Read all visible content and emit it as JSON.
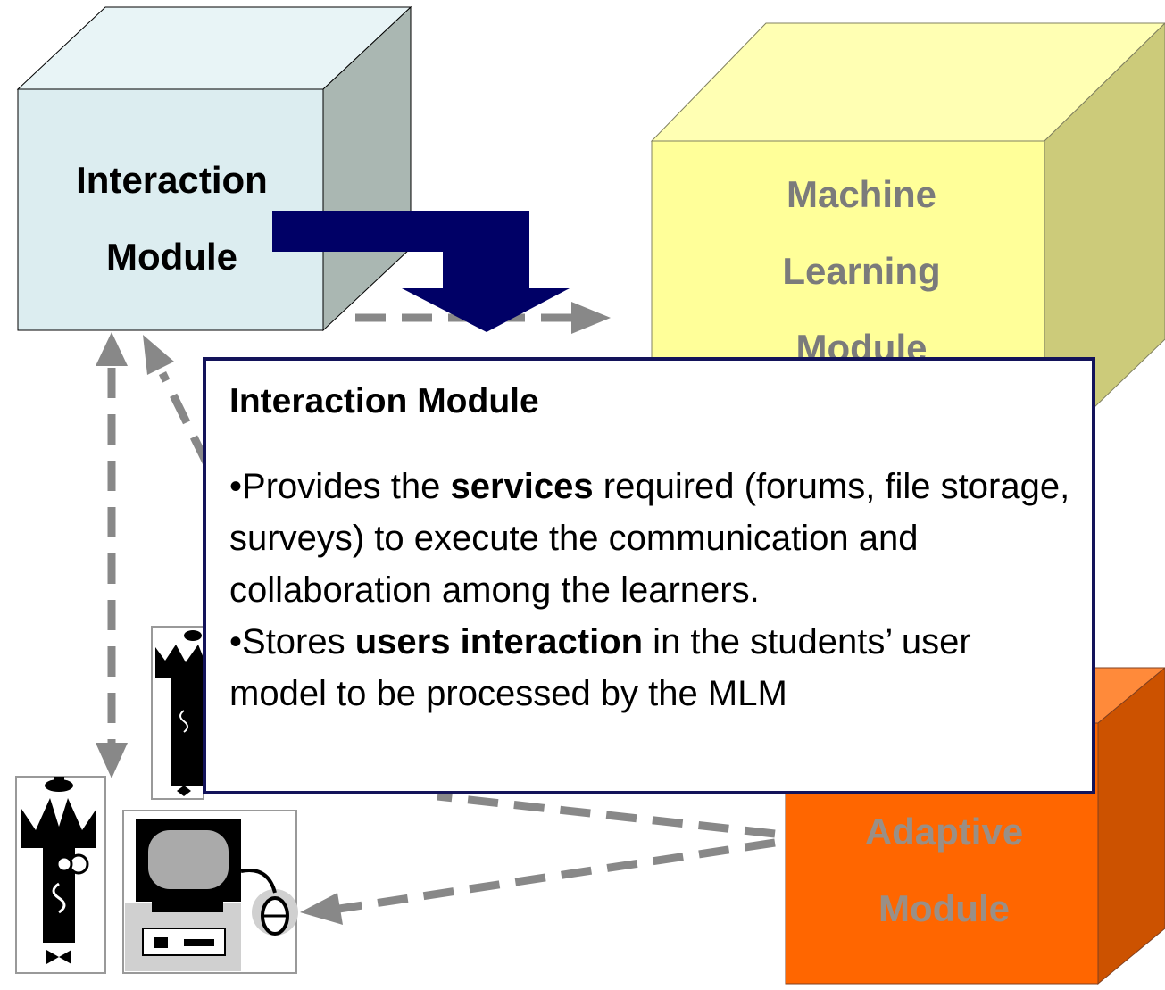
{
  "cubes": {
    "interaction": {
      "line1": "Interaction",
      "line2": "Module",
      "color_front": "#dcedf0",
      "color_top": "#e8f4f6",
      "color_side": "#aab7b2"
    },
    "machine_learning": {
      "line1": "Machine",
      "line2": "Learning",
      "line3": "Module",
      "color_front": "#ffff99",
      "color_top": "#ffffb3",
      "color_side": "#cccb7a"
    },
    "adaptive": {
      "line1": "Adaptive",
      "line2": "Module",
      "color_front": "#ff6600",
      "color_top": "#ff8a3a",
      "color_side": "#cc5200"
    }
  },
  "callout": {
    "title": "Interaction Module",
    "bullet1": {
      "bullet": "•",
      "pre": "Provides the ",
      "bold": "services",
      "post": " required (forums, file storage, surveys) to execute the communication and collaboration among the learners."
    },
    "bullet2": {
      "bullet": "•",
      "pre": "Stores ",
      "bold": "users interaction",
      "post": " in the students’ user model to be processed by the MLM"
    }
  },
  "colors": {
    "arrow_main": "#000066",
    "arrow_dashed": "#888888",
    "callout_border": "#13135a"
  },
  "icons": [
    "person-icon",
    "computer-icon"
  ]
}
